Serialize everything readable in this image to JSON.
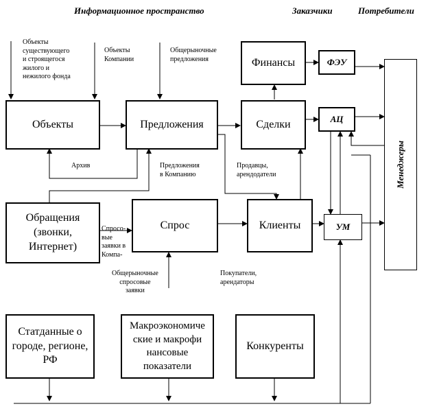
{
  "headers": {
    "info_space": "Информационное пространство",
    "customers": "Заказчики",
    "consumers": "Потребители"
  },
  "labels": {
    "objects_existing": "Объекты\nсуществующего\nи строящегося\nжилого и\nнежилого фонда",
    "company_objects": "Объекты\nКомпании",
    "market_offers": "Общерыночные\nпредложения",
    "archive": "Архив",
    "offers_to_company": "Предложения\nв Компанию",
    "sellers_lessors": "Продавцы,\nарендодатели",
    "demand_requests": "Спросо-\nвые\nзаявки в\nКомпа-",
    "market_demand": "Общерыночные\nспросовые\nзаявки",
    "buyers_tenants": "Покупатели,\nарендаторы"
  },
  "boxes": {
    "objects": "Объекты",
    "offers": "Предложения",
    "deals": "Сделки",
    "finances": "Финансы",
    "feu": "ФЭУ",
    "ac": "АЦ",
    "um": "УМ",
    "managers": "Менеджеры",
    "appeals": "Обращения\n(звонки,\nИнтернет)",
    "demand": "Спрос",
    "clients": "Клиенты",
    "stat": "Статданные о\nгороде, регионе,\nРФ",
    "macro": "Макроэкономиче\nские и макрофи\nнансовые\nпоказатели",
    "competitors": "Конкуренты"
  }
}
